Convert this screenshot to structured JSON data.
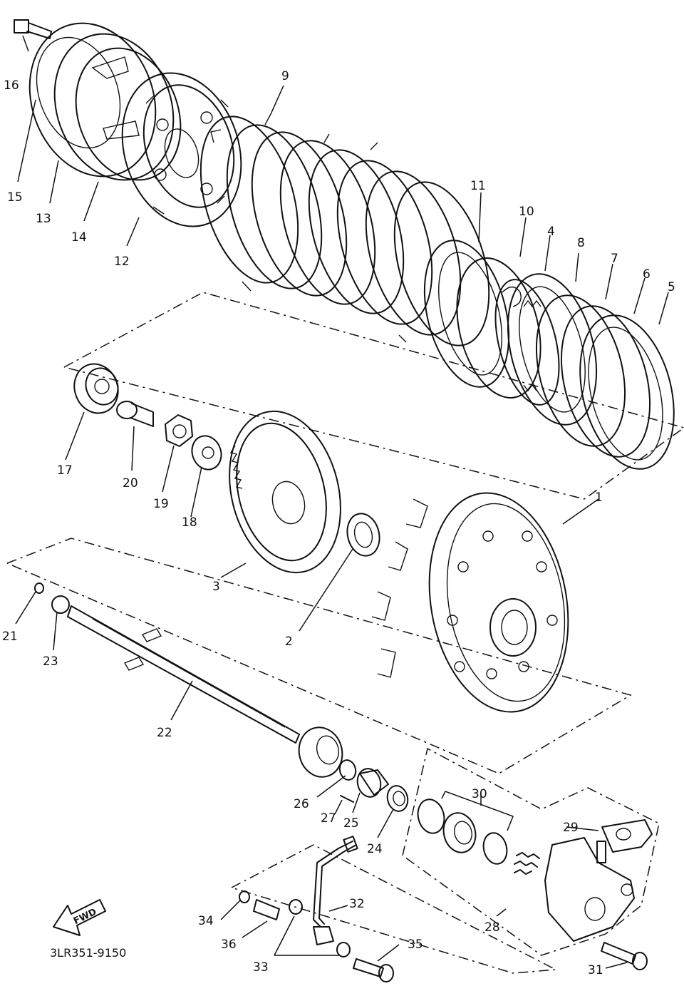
{
  "diagram": {
    "drawing_code": "3LR351-9150",
    "fwd_label": "FWD",
    "callouts": [
      "1",
      "2",
      "3",
      "4",
      "5",
      "6",
      "7",
      "8",
      "9",
      "10",
      "11",
      "12",
      "13",
      "14",
      "15",
      "16",
      "17",
      "18",
      "19",
      "20",
      "21",
      "22",
      "23",
      "24",
      "25",
      "26",
      "27",
      "28",
      "29",
      "30",
      "31",
      "32",
      "33",
      "34",
      "35",
      "36"
    ]
  }
}
